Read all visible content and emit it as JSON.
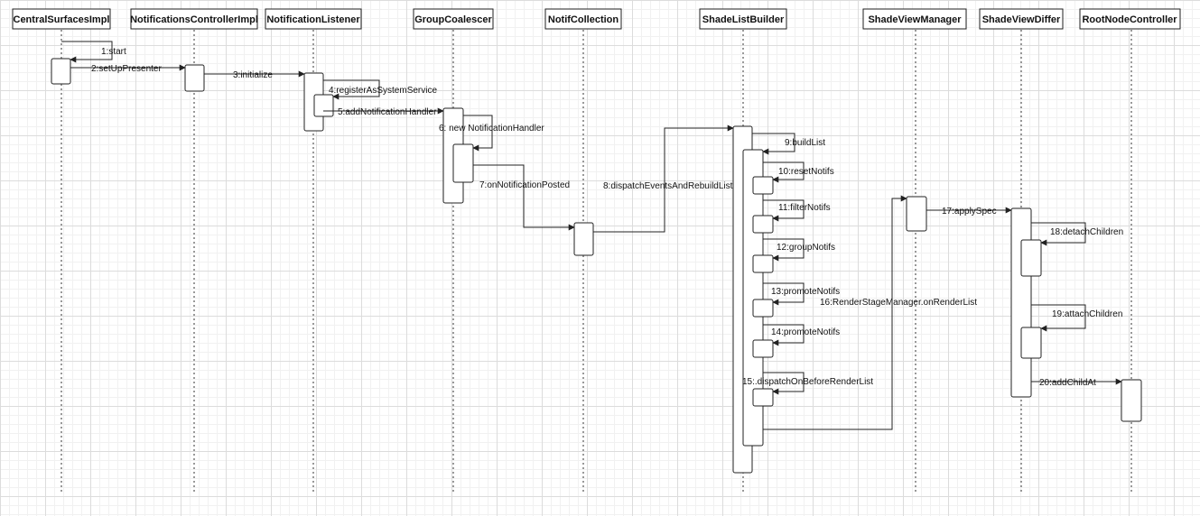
{
  "actors": [
    {
      "id": "csi",
      "label": "CentralSurfacesImpl"
    },
    {
      "id": "nci",
      "label": "NotificationsControllerImpl"
    },
    {
      "id": "nl",
      "label": "NotificationListener"
    },
    {
      "id": "gc",
      "label": "GroupCoalescer"
    },
    {
      "id": "nc",
      "label": "NotifCollection"
    },
    {
      "id": "slb",
      "label": "ShadeListBuilder"
    },
    {
      "id": "svm",
      "label": "ShadeViewManager"
    },
    {
      "id": "svd",
      "label": "ShadeViewDiffer"
    },
    {
      "id": "rnc",
      "label": "RootNodeController"
    }
  ],
  "messages": [
    {
      "id": "m1",
      "label": "1:start"
    },
    {
      "id": "m2",
      "label": "2:setUpPresenter"
    },
    {
      "id": "m3",
      "label": "3:initialize"
    },
    {
      "id": "m4",
      "label": "4:registerAsSystemService"
    },
    {
      "id": "m5",
      "label": "5:addNotificationHandler"
    },
    {
      "id": "m6",
      "label": "6:  new NotificationHandler"
    },
    {
      "id": "m7",
      "label": "7:onNotificationPosted"
    },
    {
      "id": "m8",
      "label": "8:dispatchEventsAndRebuildList"
    },
    {
      "id": "m9",
      "label": "9:buildList"
    },
    {
      "id": "m10",
      "label": "10:resetNotifs"
    },
    {
      "id": "m11",
      "label": "11:filterNotifs"
    },
    {
      "id": "m12",
      "label": "12:groupNotifs"
    },
    {
      "id": "m13",
      "label": "13:promoteNotifs"
    },
    {
      "id": "m14",
      "label": "14:promoteNotifs"
    },
    {
      "id": "m15",
      "label": "15:.dispatchOnBeforeRenderList"
    },
    {
      "id": "m16",
      "label": "16:RenderStageManager.onRenderList"
    },
    {
      "id": "m17",
      "label": "17:applySpec"
    },
    {
      "id": "m18",
      "label": "18:detachChildren"
    },
    {
      "id": "m19",
      "label": "19:attachChildren"
    },
    {
      "id": "m20",
      "label": "20:addChildAt"
    }
  ]
}
